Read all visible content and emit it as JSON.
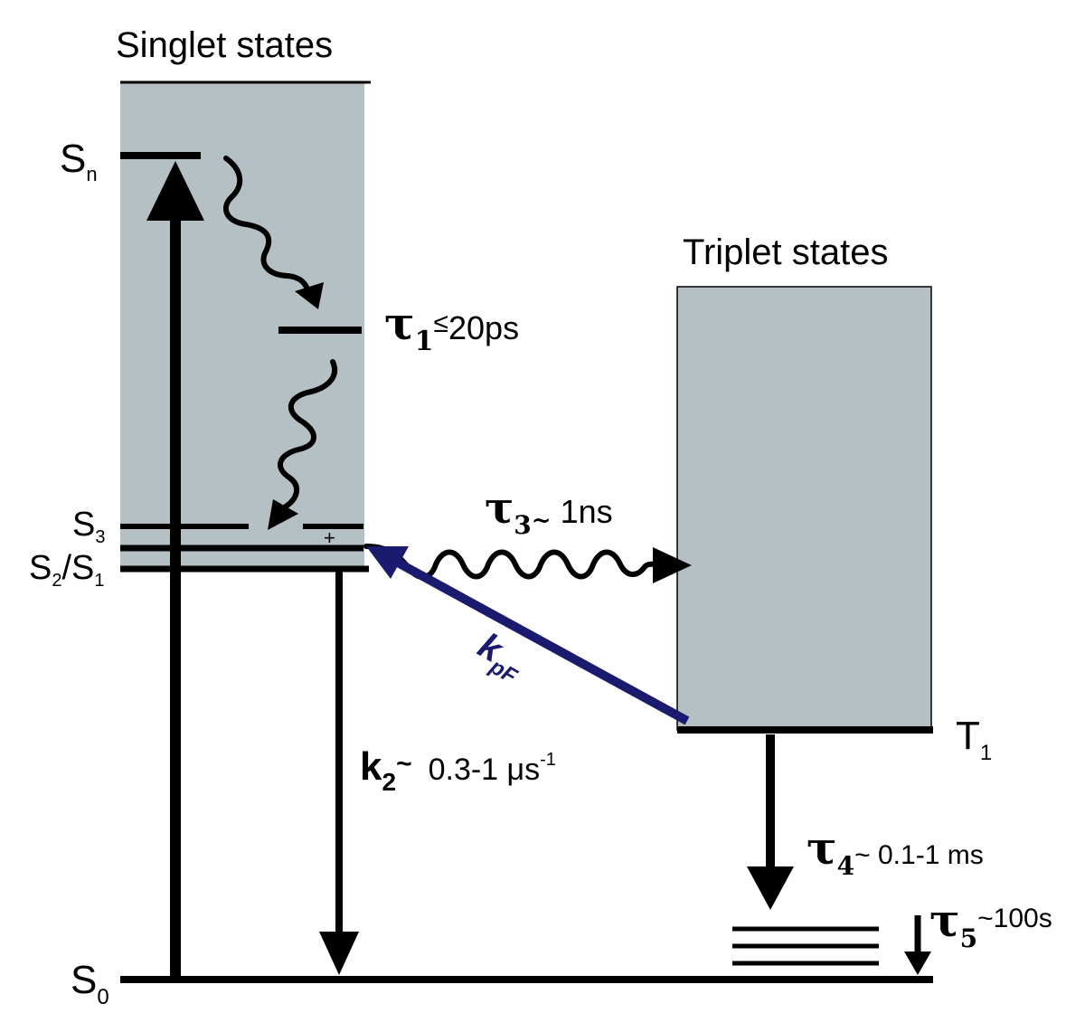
{
  "headers": {
    "singlet": "Singlet states",
    "triplet": "Triplet states"
  },
  "levels": {
    "sn_main": "S",
    "sn_sub": "n",
    "s3_main": "S",
    "s3_sub": "3",
    "s2s1_a": "S",
    "s2s1_a_sub": "2",
    "s2s1_slash": "/S",
    "s2s1_b_sub": "1",
    "t1_main": "T",
    "t1_sub": "1",
    "s0_main": "S",
    "s0_sub": "0"
  },
  "rates": {
    "tau1_sym": "τ",
    "tau1_sub": "1",
    "tau1_rel": "≤",
    "tau1_val": "20ps",
    "tau3_sym": "τ",
    "tau3_sub": "3",
    "tau3_rel": "~",
    "tau3_val": "1ns",
    "k2_sym": "k",
    "k2_sub": "2",
    "k2_rel": "~",
    "k2_val": "0.3-1 μs",
    "k2_exp": "-1",
    "kpf_sym": "k",
    "kpf_sub": "pF",
    "tau4_sym": "τ",
    "tau4_sub": "4",
    "tau4_val": "~ 0.1-1 ms",
    "tau5_sym": "τ",
    "tau5_sub": "5",
    "tau5_val": "~100s"
  },
  "colors": {
    "box_fill": "#b4c0c3",
    "line": "#000000",
    "kpf_arrow": "#1a1a6e"
  }
}
